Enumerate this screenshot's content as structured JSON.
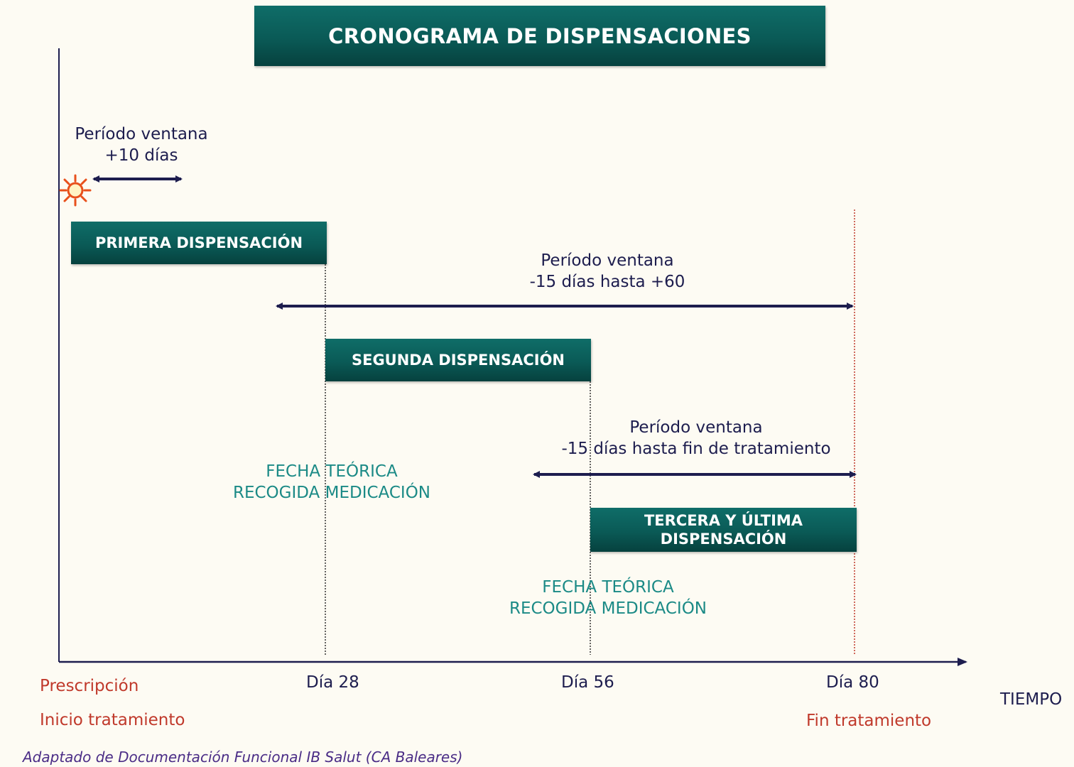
{
  "title": "CRONOGRAMA DE DISPENSACIONES",
  "dispensations": {
    "first": "PRIMERA DISPENSACIÓN",
    "second": "SEGUNDA DISPENSACIÓN",
    "third_line1": "TERCERA Y ÚLTIMA",
    "third_line2": "DISPENSACIÓN"
  },
  "windows": {
    "first_line1": "Período ventana",
    "first_line2": "+10 días",
    "second_line1": "Período ventana",
    "second_line2": "-15 días hasta +60",
    "third_line1": "Período ventana",
    "third_line2": "-15 días hasta fin de tratamiento"
  },
  "theoretical_date": {
    "line1": "FECHA TEÓRICA",
    "line2": "RECOGIDA MEDICACIÓN"
  },
  "axis": {
    "day28": "Día 28",
    "day56": "Día 56",
    "day80": "Día 80",
    "time": "TIEMPO",
    "prescription": "Prescripción",
    "start": "Inicio tratamiento",
    "end": "Fin tratamiento"
  },
  "credit": "Adaptado de Documentación Funcional IB Salut (CA Baleares)",
  "colors": {
    "box": "#0a5a56",
    "arrow": "#1d1d4e",
    "accent_text": "#1b8a86",
    "red_text": "#c0392b",
    "credit": "#4a2c86",
    "start_marker": "#e8501c"
  }
}
